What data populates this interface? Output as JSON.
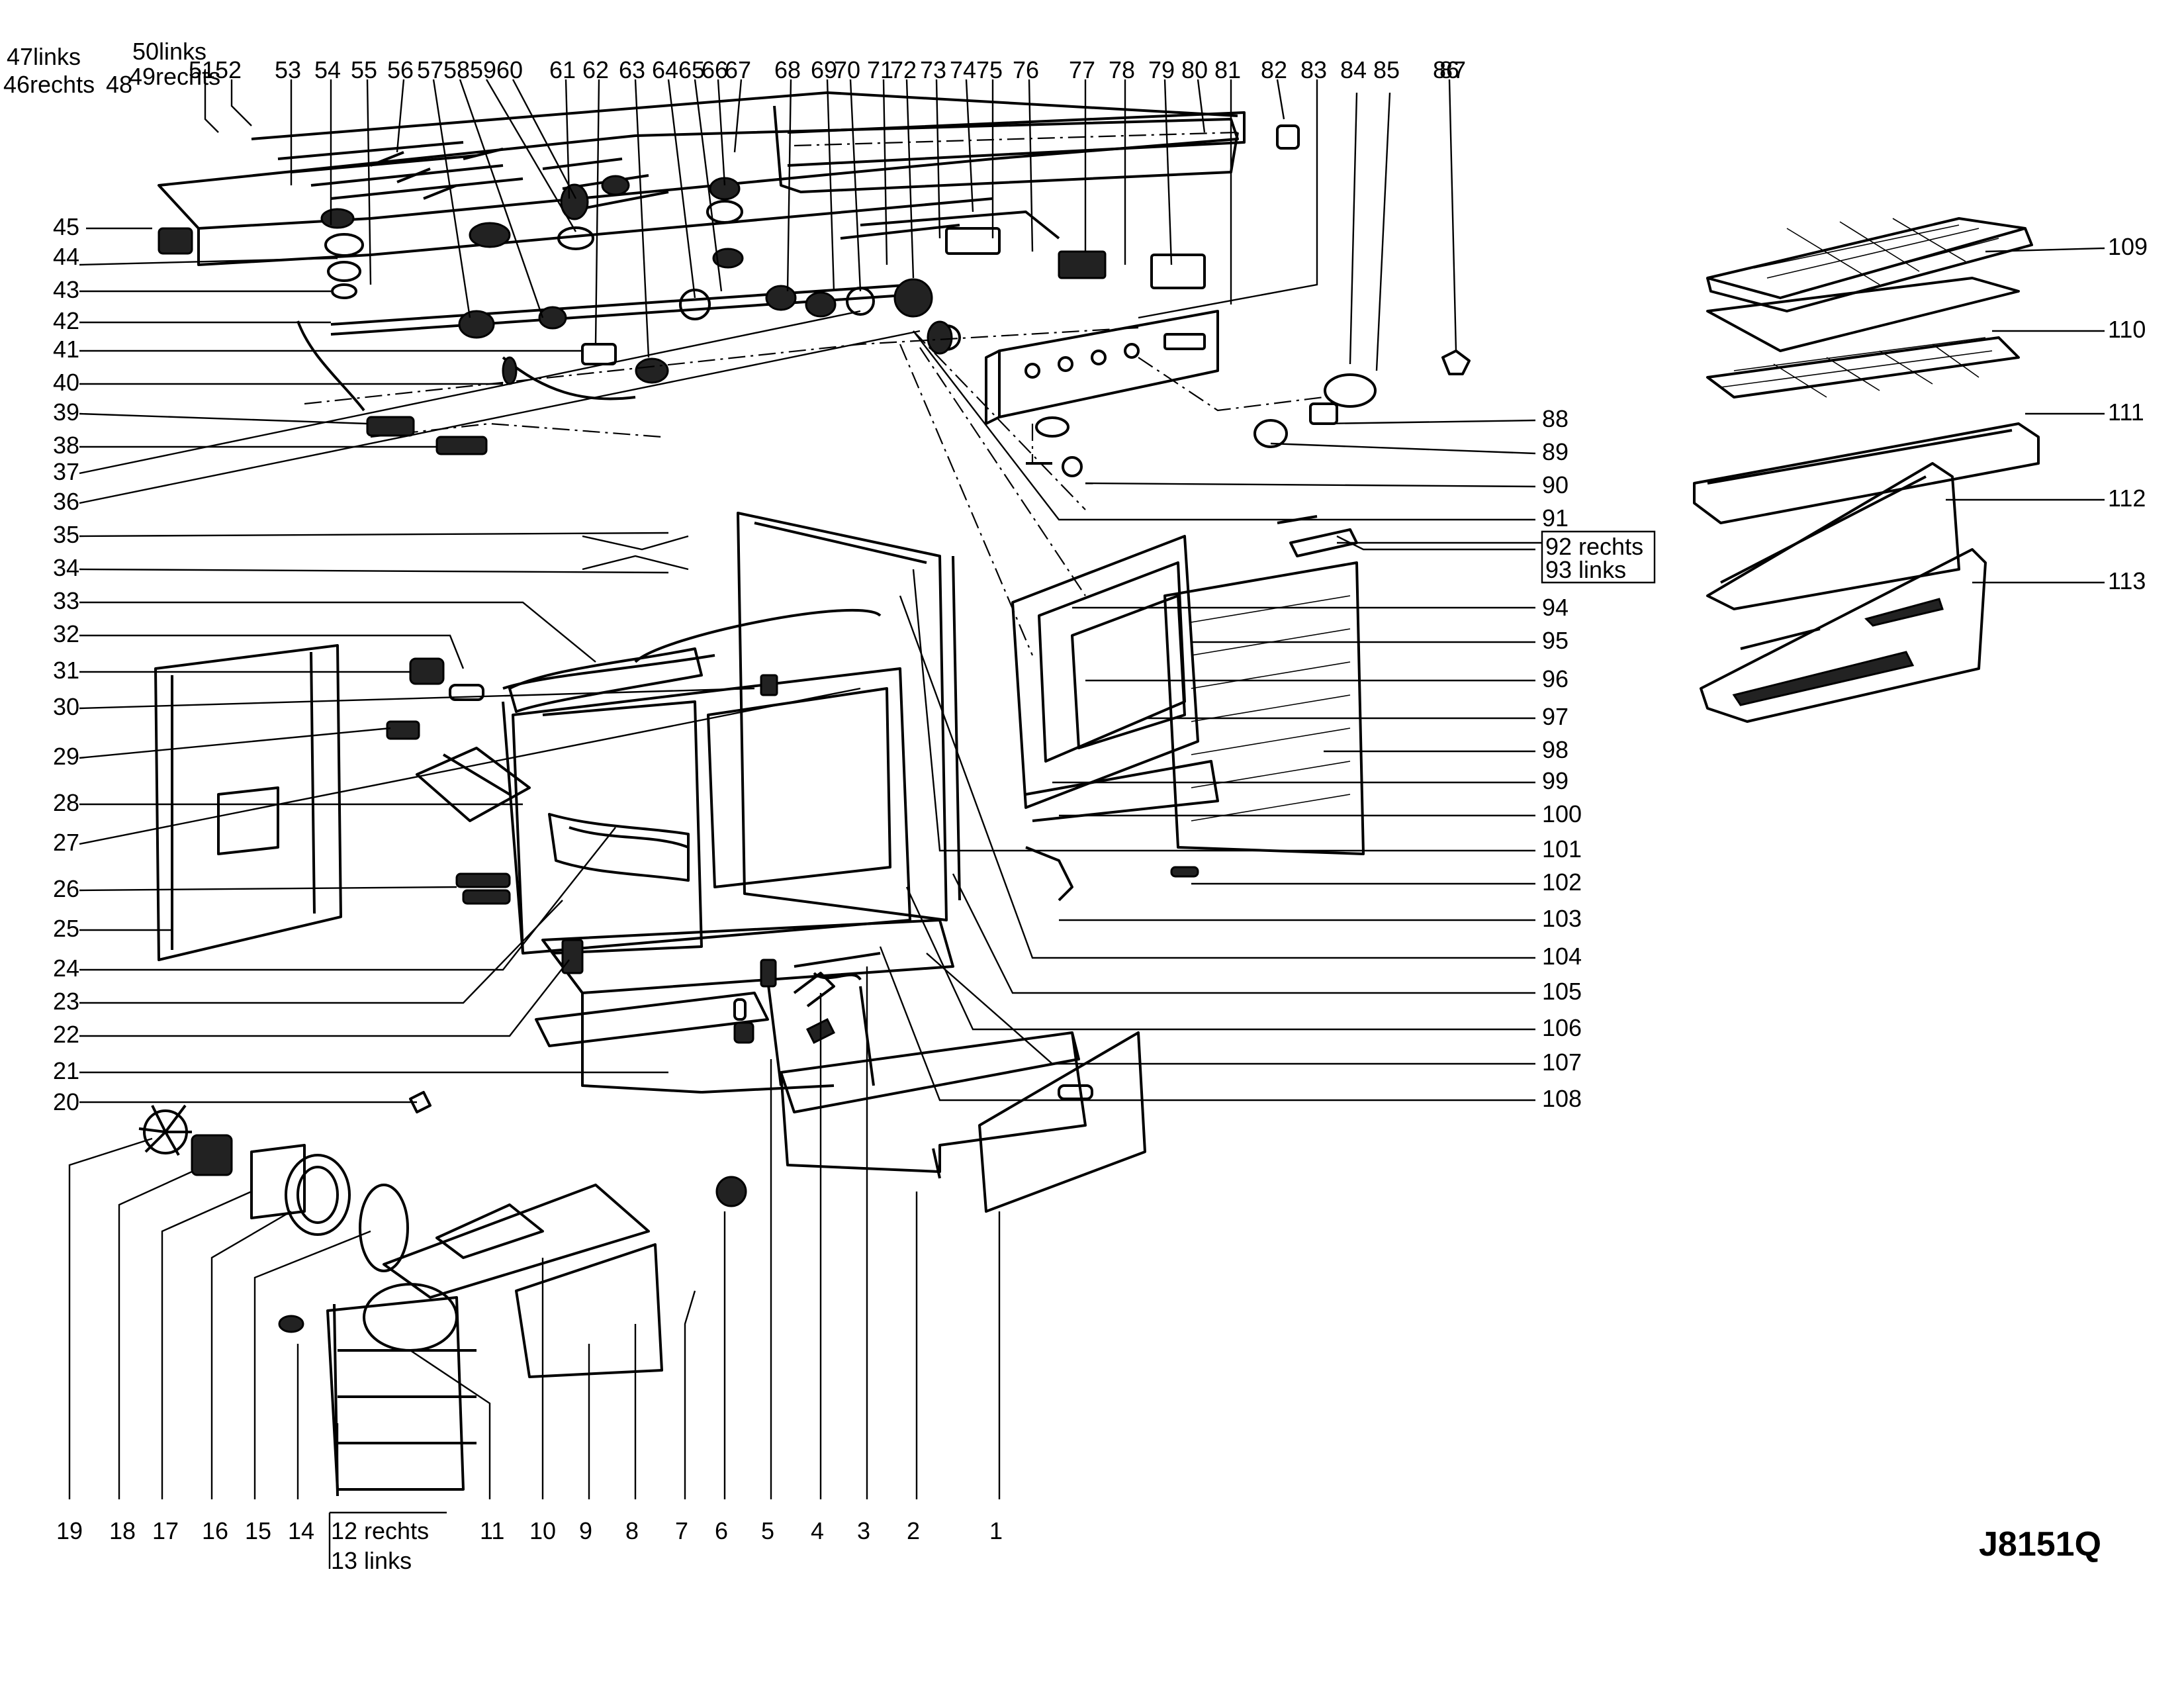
{
  "diagram": {
    "code": "J8151Q",
    "top_labels": [
      "51",
      "52",
      "53",
      "54",
      "55",
      "56",
      "57",
      "58",
      "59",
      "60",
      "61",
      "62",
      "63",
      "64",
      "65",
      "66",
      "67",
      "68",
      "69",
      "70",
      "71",
      "72",
      "73",
      "74",
      "75",
      "76",
      "77",
      "78",
      "79",
      "80",
      "81",
      "82",
      "83",
      "84",
      "85",
      "86",
      "87"
    ],
    "top_left_labels": [
      "47links",
      "46rechts",
      "48",
      "50links",
      "49rechts"
    ],
    "left_labels": [
      "45",
      "44",
      "43",
      "42",
      "41",
      "40",
      "39",
      "38",
      "37",
      "36",
      "35",
      "34",
      "33",
      "32",
      "31",
      "30",
      "29",
      "28",
      "27",
      "26",
      "25",
      "24",
      "23",
      "22",
      "21",
      "20"
    ],
    "bottom_labels": [
      "19",
      "18",
      "17",
      "16",
      "15",
      "14",
      "11",
      "10",
      "9",
      "8",
      "7",
      "6",
      "5",
      "4",
      "3",
      "2",
      "1"
    ],
    "bottom_boxed": [
      "12 rechts",
      "13 links"
    ],
    "right_labels": [
      "88",
      "89",
      "90",
      "91",
      "94",
      "95",
      "96",
      "97",
      "98",
      "99",
      "100",
      "101",
      "102",
      "103",
      "104",
      "105",
      "106",
      "107",
      "108"
    ],
    "right_boxed": [
      "92 rechts",
      "93 links"
    ],
    "tray_labels": [
      "109",
      "110",
      "111",
      "112",
      "113"
    ]
  }
}
